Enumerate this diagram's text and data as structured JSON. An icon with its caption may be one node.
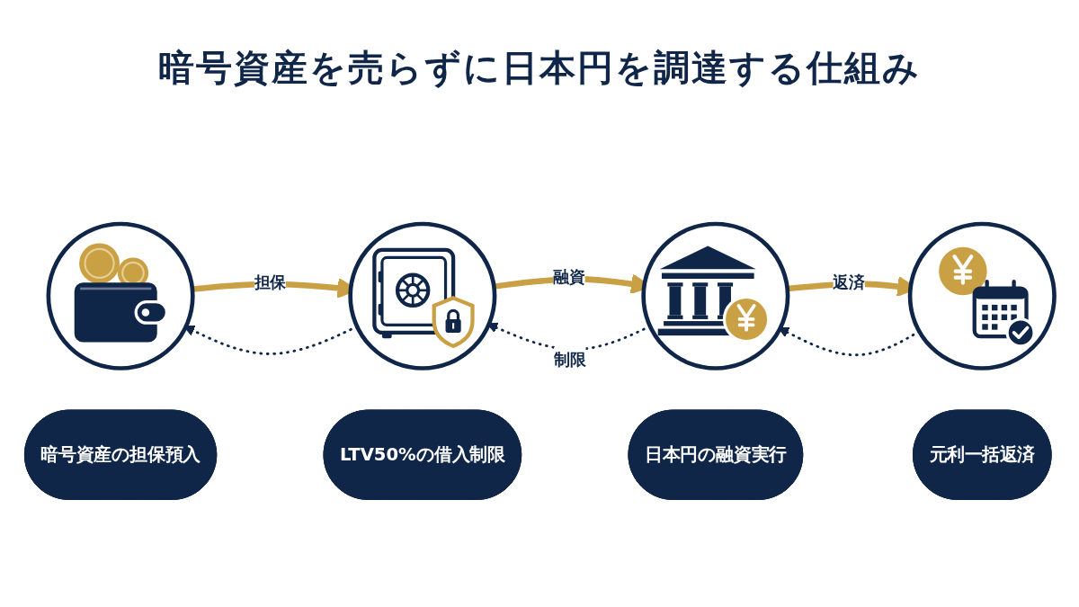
{
  "diagram": {
    "title": "暗号資産を売らずに日本円を調達する仕組み",
    "nodes": [
      {
        "text": [],
        "shape": "circle"
      },
      {
        "text": [],
        "shape": "circle"
      },
      {
        "text": [],
        "shape": "circle"
      },
      {
        "text": [],
        "shape": "circle"
      },
      {
        "text": [
          "暗号資産の担保預入"
        ]
      },
      {
        "text": [
          "LTV50%の借入制限"
        ]
      },
      {
        "text": [
          "日本円の融資実行"
        ]
      },
      {
        "text": [
          "元利一括返済"
        ]
      }
    ],
    "edges": [
      {
        "from": 0,
        "to": 1,
        "arrow": "to",
        "label": "担保",
        "style": "thick",
        "color": "#c9a043"
      },
      {
        "from": 1,
        "to": 0,
        "arrow": "to",
        "style": "dashed",
        "color": "#0f2649"
      },
      {
        "from": 1,
        "to": 2,
        "arrow": "to",
        "label": "融資",
        "style": "thick",
        "color": "#c9a043"
      },
      {
        "from": 2,
        "to": 1,
        "arrow": "to",
        "label": "制限",
        "style": "dashed",
        "color": "#0f2649"
      },
      {
        "from": 2,
        "to": 3,
        "arrow": "to",
        "label": "返済",
        "style": "thick",
        "color": "#c9a043"
      },
      {
        "from": 3,
        "to": 2,
        "arrow": "to",
        "style": "dashed",
        "color": "#0f2649"
      }
    ]
  }
}
